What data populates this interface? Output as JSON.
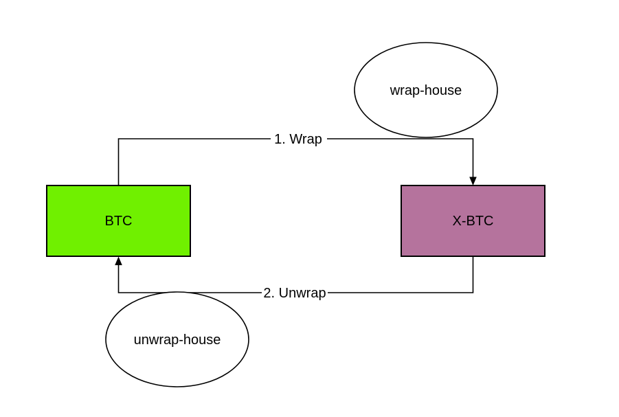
{
  "diagram": {
    "background": "#FFFFFF",
    "edge_color": "#000000",
    "nodes": {
      "btc": {
        "label": "BTC",
        "shape": "rectangle",
        "fill": "#70F000",
        "stroke": "#000000"
      },
      "xbtc": {
        "label": "X-BTC",
        "shape": "rectangle",
        "fill": "#B5739D",
        "stroke": "#000000"
      },
      "wrap_house": {
        "label": "wrap-house",
        "shape": "ellipse",
        "fill": "#FFFFFF",
        "stroke": "#000000"
      },
      "unwrap_house": {
        "label": "unwrap-house",
        "shape": "ellipse",
        "fill": "#FFFFFF",
        "stroke": "#000000"
      }
    },
    "edges": {
      "wrap": {
        "label": "1. Wrap",
        "from": "BTC",
        "to": "X-BTC"
      },
      "unwrap": {
        "label": "2. Unwrap",
        "from": "X-BTC",
        "to": "BTC"
      }
    }
  }
}
